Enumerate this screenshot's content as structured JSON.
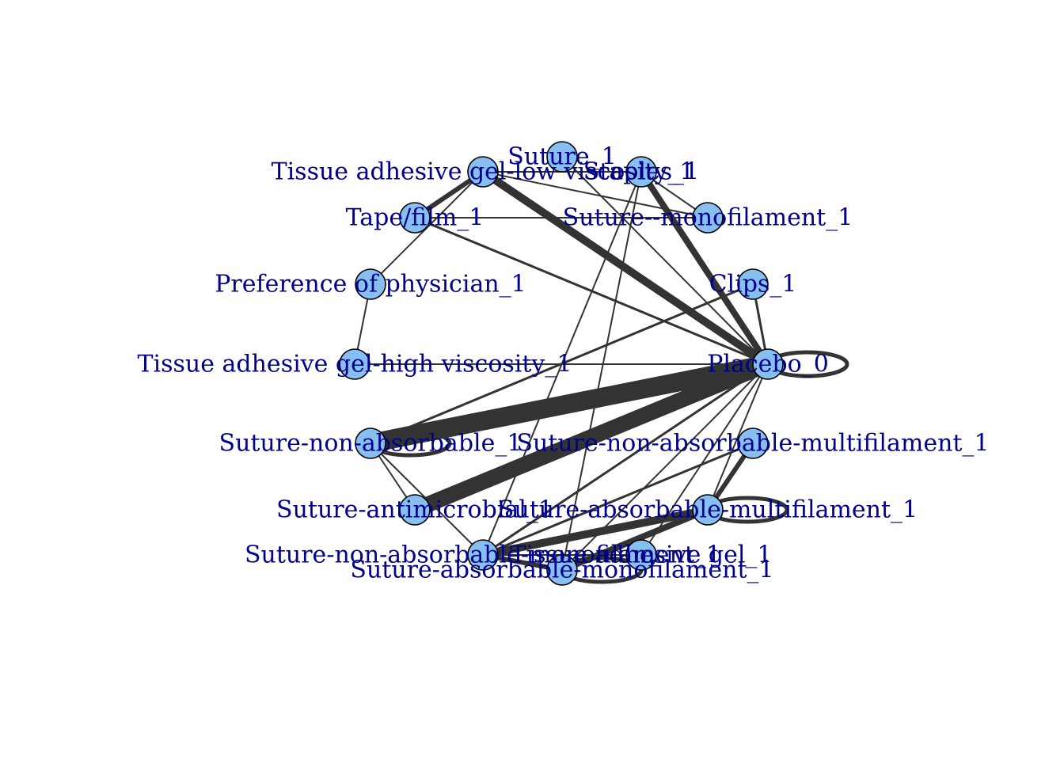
{
  "colors": {
    "node_fill": "#87bff0",
    "node_stroke": "#000000",
    "edge": "#333333",
    "label": "#00008b",
    "background": "#ffffff"
  },
  "nodes": [
    {
      "id": "suture",
      "label": "Suture_1"
    },
    {
      "id": "staples",
      "label": "Staples_1"
    },
    {
      "id": "tag_low",
      "label": "Tissue adhesive gel-low viscosity_1"
    },
    {
      "id": "tape",
      "label": "Tape/film_1"
    },
    {
      "id": "sut_mono",
      "label": "Suture--monofilament_1"
    },
    {
      "id": "pref",
      "label": "Preference of physician_1"
    },
    {
      "id": "clips",
      "label": "Clips_1"
    },
    {
      "id": "tag_high",
      "label": "Tissue adhesive gel-high viscosity_1"
    },
    {
      "id": "placebo",
      "label": "Placebo_0"
    },
    {
      "id": "sut_nonabs",
      "label": "Suture-non-absorbable_1"
    },
    {
      "id": "sut_nonabs_multi",
      "label": "Suture-non-absorbable-multifilament_1"
    },
    {
      "id": "sut_antimic",
      "label": "Suture-antimicrobial_1"
    },
    {
      "id": "sut_abs_multi",
      "label": "Suture-absorbable-multifilament_1"
    },
    {
      "id": "sut_nonabs_mono",
      "label": "Suture-non-absorbable-monofilament_1"
    },
    {
      "id": "tag",
      "label": "Tissue adhesive gel_1"
    },
    {
      "id": "sut_abs_mono",
      "label": "Suture-absorbable-monofilament_1"
    }
  ],
  "edges": [
    {
      "from": "placebo",
      "to": "sut_nonabs",
      "weight": 12
    },
    {
      "from": "placebo",
      "to": "sut_antimic",
      "weight": 10
    },
    {
      "from": "placebo",
      "to": "tag_low",
      "weight": 5
    },
    {
      "from": "placebo",
      "to": "staples",
      "weight": 4
    },
    {
      "from": "placebo",
      "to": "tape",
      "weight": 1.5
    },
    {
      "from": "placebo",
      "to": "suture",
      "weight": 1
    },
    {
      "from": "placebo",
      "to": "clips",
      "weight": 1.5
    },
    {
      "from": "placebo",
      "to": "tag_high",
      "weight": 1
    },
    {
      "from": "placebo",
      "to": "sut_nonabs_mono",
      "weight": 1.5
    },
    {
      "from": "placebo",
      "to": "tag",
      "weight": 1
    },
    {
      "from": "placebo",
      "to": "sut_abs_mono",
      "weight": 1
    },
    {
      "from": "placebo",
      "to": "sut_abs_multi",
      "weight": 1
    },
    {
      "from": "tag_low",
      "to": "tape",
      "weight": 3
    },
    {
      "from": "tag_low",
      "to": "pref",
      "weight": 1
    },
    {
      "from": "tag_low",
      "to": "sut_mono",
      "weight": 1
    },
    {
      "from": "tape",
      "to": "sut_mono",
      "weight": 1
    },
    {
      "from": "staples",
      "to": "sut_mono",
      "weight": 1
    },
    {
      "from": "staples",
      "to": "tag_low",
      "weight": 1
    },
    {
      "from": "staples",
      "to": "sut_nonabs_mono",
      "weight": 1
    },
    {
      "from": "staples",
      "to": "sut_abs_mono",
      "weight": 1
    },
    {
      "from": "pref",
      "to": "tag_high",
      "weight": 1
    },
    {
      "from": "clips",
      "to": "sut_nonabs",
      "weight": 1.5
    },
    {
      "from": "sut_nonabs",
      "to": "sut_antimic",
      "weight": 1
    },
    {
      "from": "sut_nonabs",
      "to": "sut_nonabs_mono",
      "weight": 1
    },
    {
      "from": "sut_abs_multi",
      "to": "sut_nonabs_mono",
      "weight": 5
    },
    {
      "from": "sut_abs_multi",
      "to": "sut_abs_mono",
      "weight": 4
    },
    {
      "from": "sut_nonabs_multi",
      "to": "sut_abs_multi",
      "weight": 3
    },
    {
      "from": "sut_nonabs_multi",
      "to": "sut_nonabs_mono",
      "weight": 1.5
    },
    {
      "from": "sut_nonabs_mono",
      "to": "tag",
      "weight": 1
    },
    {
      "from": "sut_nonabs_mono",
      "to": "sut_abs_mono",
      "weight": 3
    }
  ],
  "loops": [
    {
      "node": "placebo",
      "weight": 2.5
    },
    {
      "node": "sut_nonabs",
      "weight": 2.5
    },
    {
      "node": "sut_abs_multi",
      "weight": 2.5
    },
    {
      "node": "sut_abs_mono",
      "weight": 2.5
    }
  ]
}
